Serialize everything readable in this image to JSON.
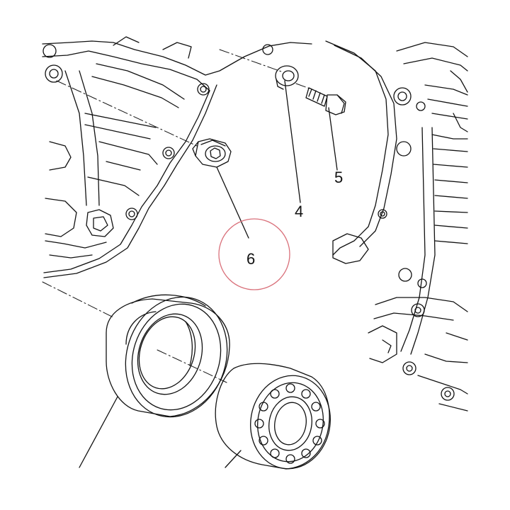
{
  "diagram": {
    "callouts": [
      {
        "id": "4",
        "label": "4"
      },
      {
        "id": "5",
        "label": "5"
      },
      {
        "id": "6",
        "label": "6"
      }
    ],
    "highlight_color": "#d9707a",
    "line_color": "#111111"
  }
}
